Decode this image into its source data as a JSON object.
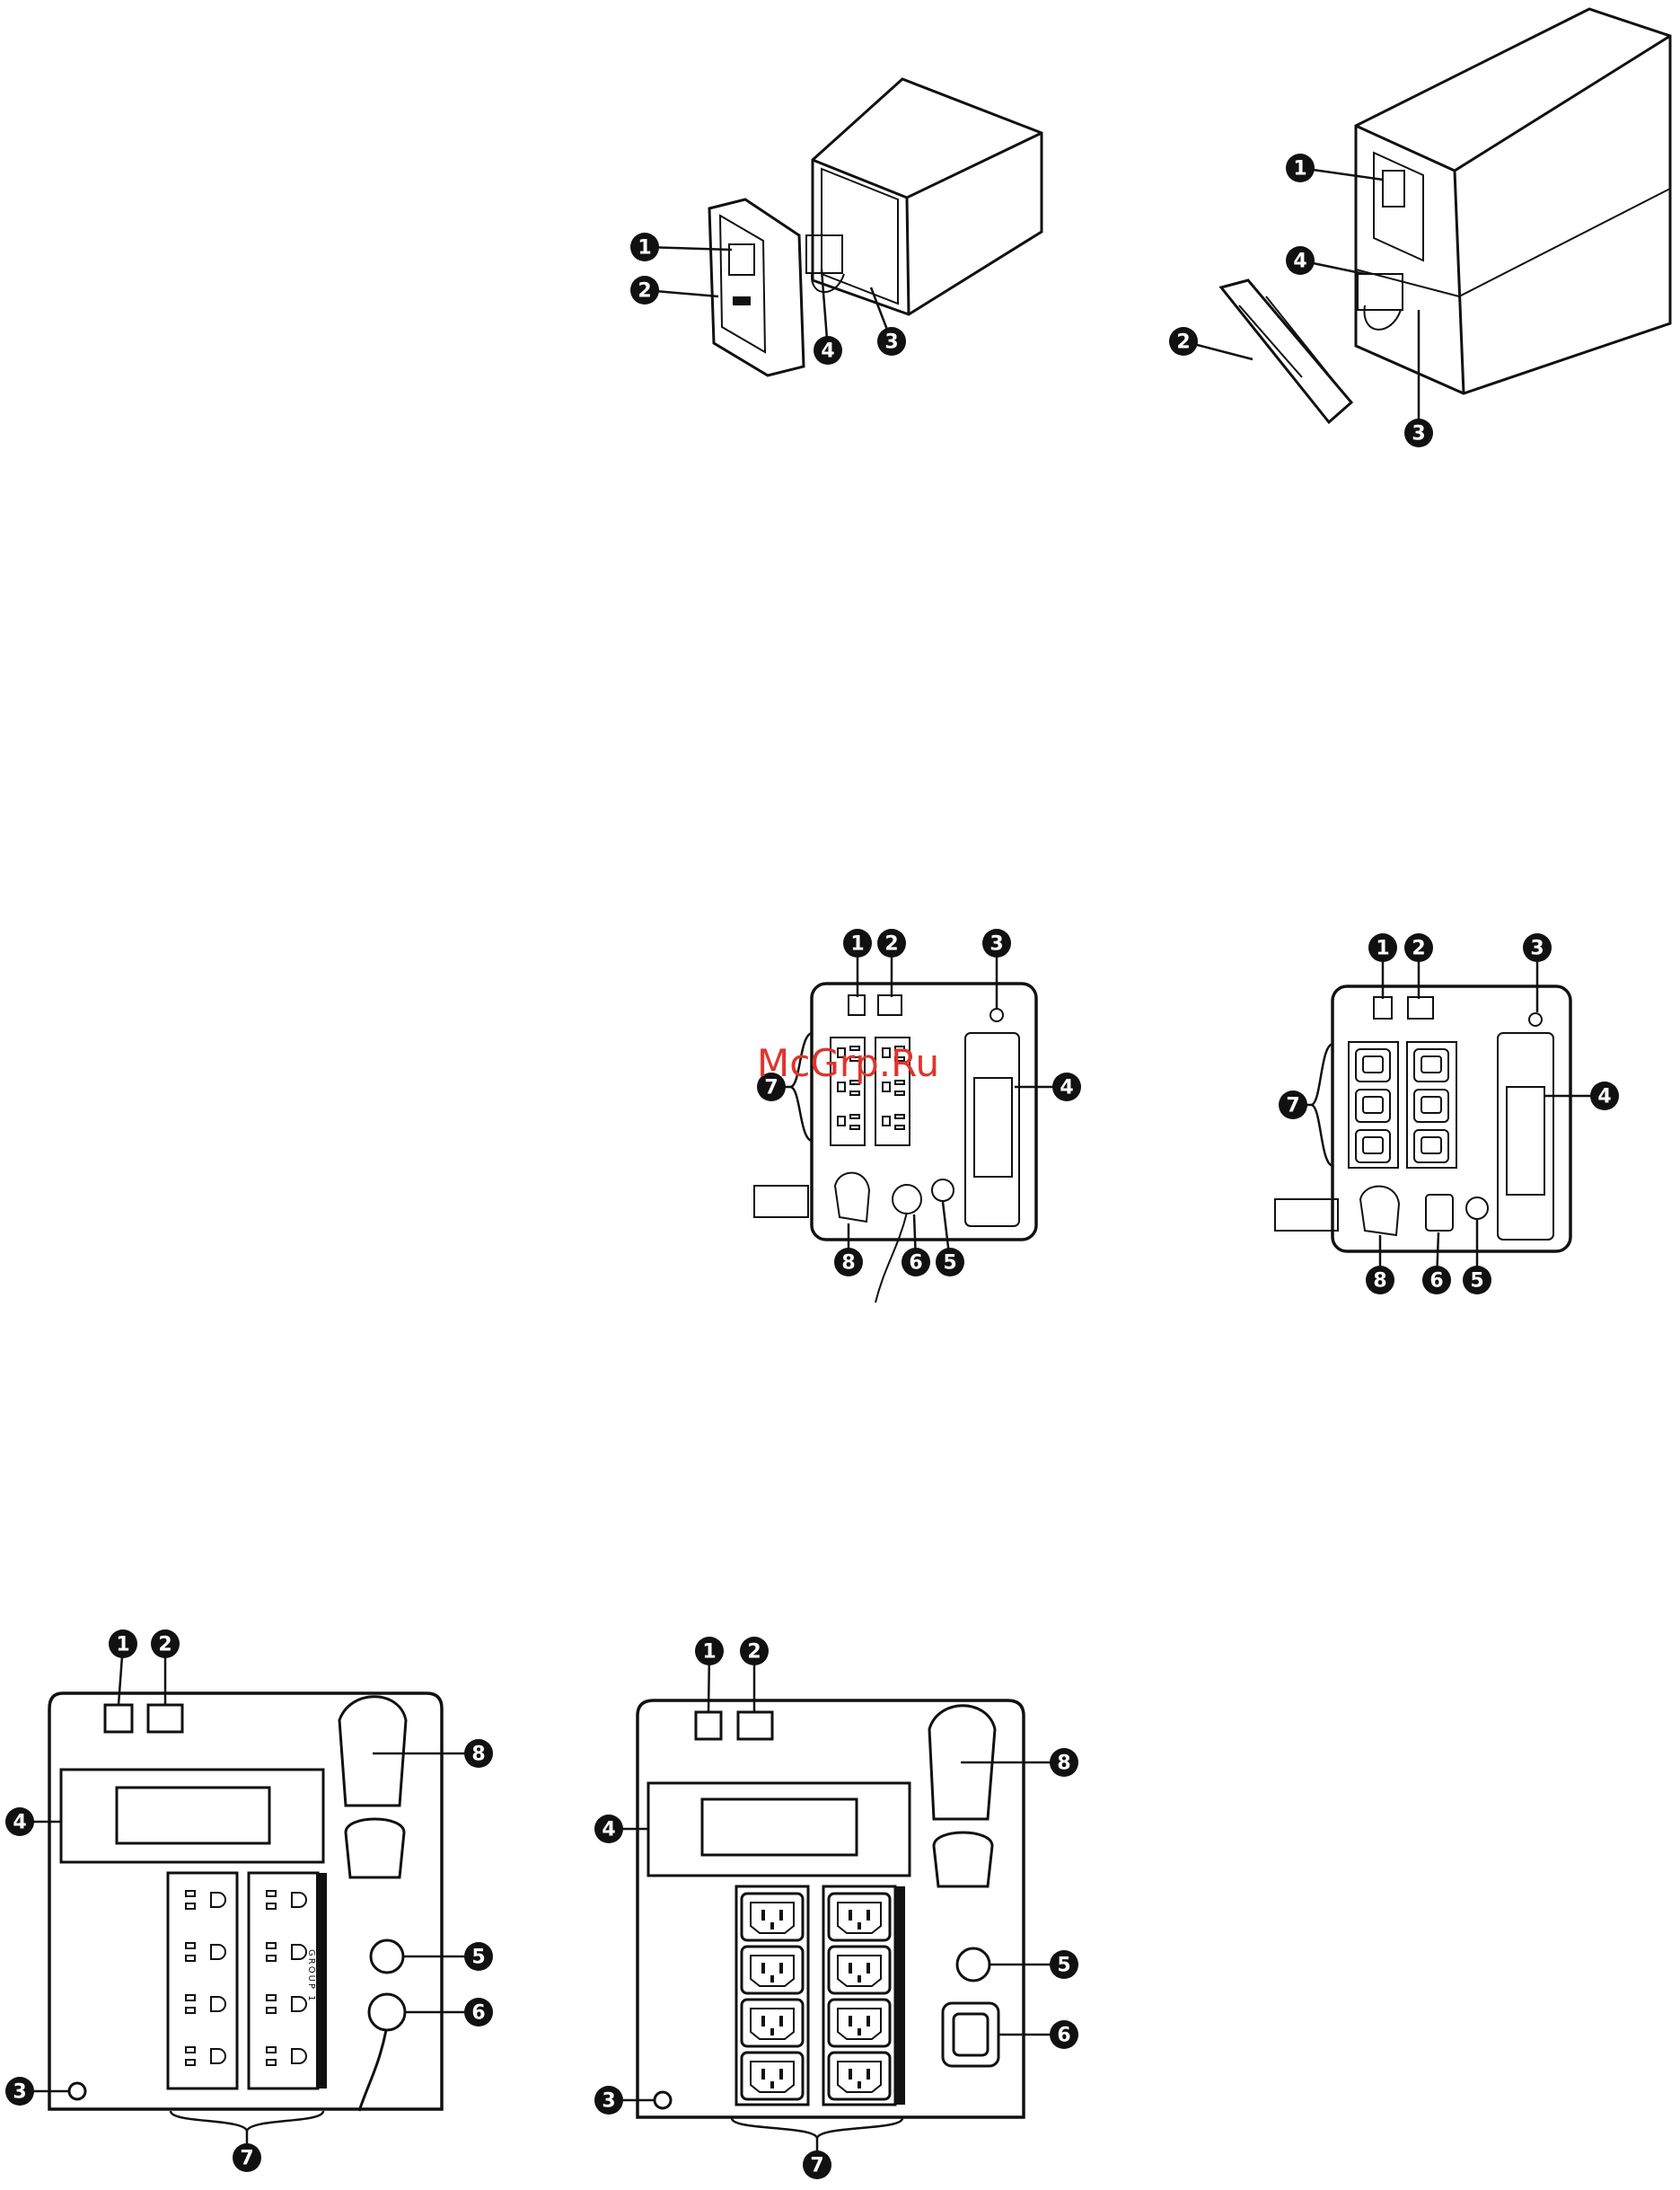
{
  "watermark": "McGrp.Ru",
  "figures": [
    {
      "id": "tower-front-1",
      "callouts": [
        "1",
        "2",
        "3",
        "4"
      ]
    },
    {
      "id": "tower-front-2",
      "callouts": [
        "1",
        "2",
        "3",
        "4"
      ]
    },
    {
      "id": "rear-panel-a",
      "callouts": [
        "1",
        "2",
        "3",
        "4",
        "5",
        "6",
        "7",
        "8"
      ]
    },
    {
      "id": "rear-panel-b",
      "callouts": [
        "1",
        "2",
        "3",
        "4",
        "5",
        "6",
        "7",
        "8"
      ]
    },
    {
      "id": "rear-panel-c",
      "callouts": [
        "1",
        "2",
        "3",
        "4",
        "5",
        "6",
        "7",
        "8"
      ]
    },
    {
      "id": "rear-panel-d",
      "callouts": [
        "1",
        "2",
        "3",
        "4",
        "5",
        "6",
        "7",
        "8"
      ]
    }
  ],
  "outlet_group_label": "GROUP 1"
}
